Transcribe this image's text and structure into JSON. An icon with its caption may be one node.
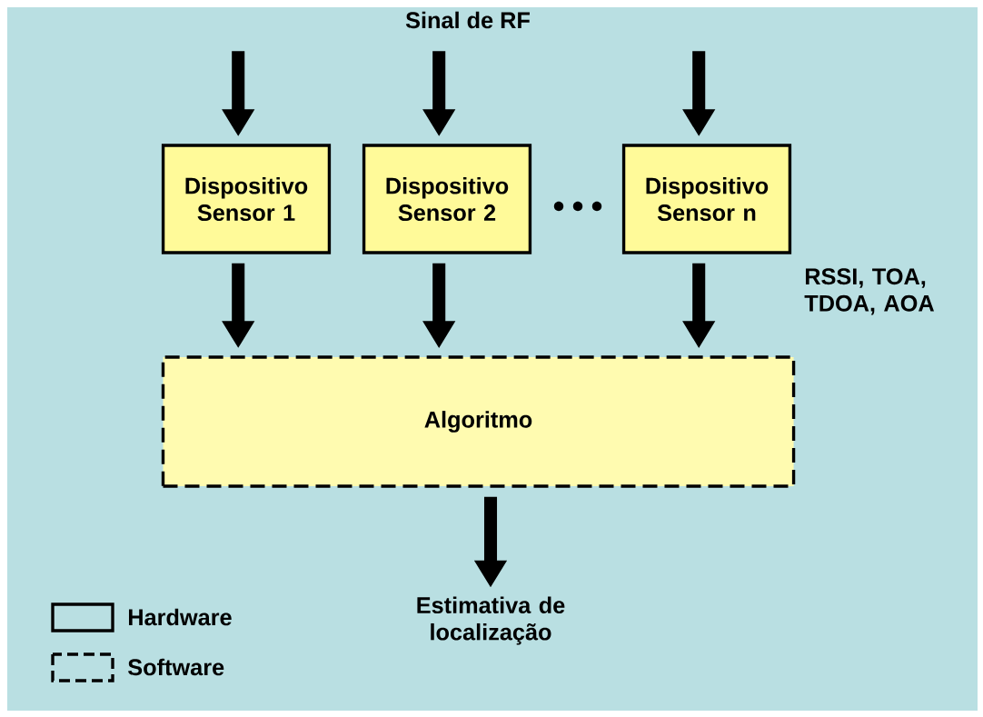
{
  "diagram": {
    "nodes": [
      {
        "text": [
          "Dispositivo Sensor 1"
        ]
      },
      {
        "text": [
          "Dispositivo Sensor 2"
        ]
      },
      {
        "text": [
          "Dispositivo Sensor n"
        ]
      },
      {
        "text": [
          "Algoritmo"
        ]
      },
      {
        "text": [
          "Estimativa de localização"
        ]
      }
    ],
    "edges": [
      {
        "from": null,
        "to": 0,
        "arrow": "to"
      },
      {
        "from": null,
        "to": 1,
        "arrow": "to"
      },
      {
        "from": null,
        "to": 2,
        "arrow": "to"
      },
      {
        "from": 0,
        "to": 3,
        "arrow": "to"
      },
      {
        "from": 1,
        "to": 3,
        "arrow": "to"
      },
      {
        "from": 2,
        "to": 3,
        "arrow": "to"
      },
      {
        "from": 3,
        "to": 4,
        "arrow": "to"
      }
    ],
    "labels": [
      "Sinal de RF",
      "RSSI, TOA, TDOA, AOA"
    ],
    "legend": [
      {
        "text": "Hardware"
      },
      {
        "text": "Software"
      }
    ]
  }
}
